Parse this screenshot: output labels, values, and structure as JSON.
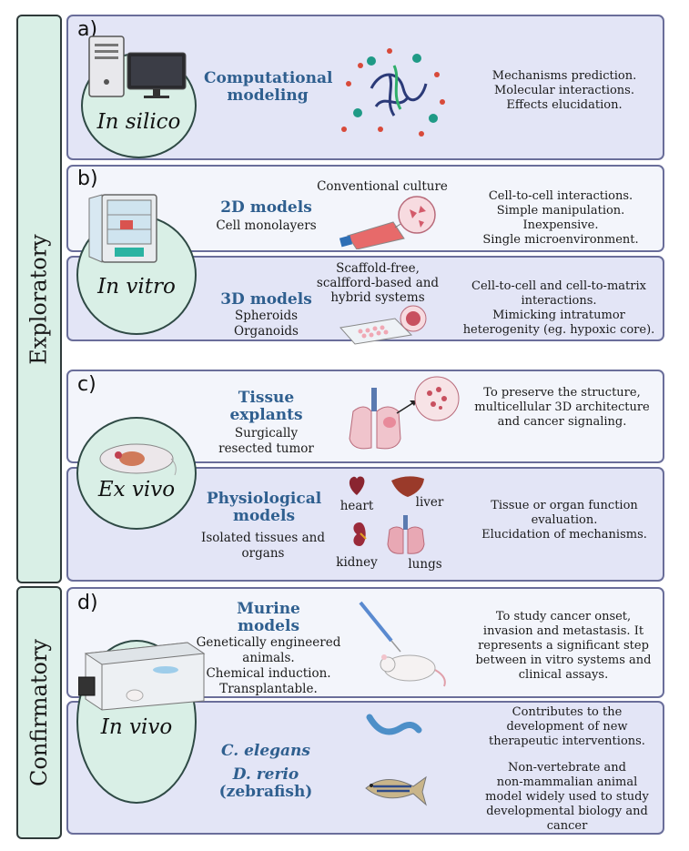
{
  "sidebar": {
    "exploratory": "Exploratory",
    "confirmatory": "Confirmatory"
  },
  "colors": {
    "panel_dark": "#e3e5f6",
    "panel_light": "#f3f5fb",
    "circle": "#d9efe6",
    "title": "#2f5f8f"
  },
  "a": {
    "letter": "a)",
    "circle_label": "In silico",
    "title": "Computational modeling",
    "desc": [
      "Mechanisms prediction.",
      "Molecular interactions.",
      "Effects elucidation."
    ]
  },
  "b": {
    "letter": "b)",
    "circle_label": "In vitro",
    "m2d": {
      "top": "Conventional culture",
      "title": "2D models",
      "sub": "Cell monolayers",
      "desc": [
        "Cell-to-cell interactions.",
        "Simple manipulation.",
        "Inexpensive.",
        "Single microenvironment."
      ]
    },
    "m3d": {
      "top": [
        "Scaffold-free,",
        "scalfford-based and",
        "hybrid systems"
      ],
      "title": "3D models",
      "sub": [
        "Spheroids",
        "Organoids"
      ],
      "desc": [
        "Cell-to-cell and cell-to-matrix",
        "interactions.",
        "Mimicking intratumor",
        "heterogenity (eg. hypoxic core)."
      ]
    }
  },
  "c": {
    "letter": "c)",
    "circle_label": "Ex vivo",
    "tissue": {
      "title": [
        "Tissue",
        "explants"
      ],
      "sub": [
        "Surgically",
        "resected tumor"
      ],
      "desc": [
        "To preserve the structure,",
        "multicellular 3D architecture",
        "and cancer signaling."
      ]
    },
    "phys": {
      "title": [
        "Physiological",
        "models"
      ],
      "sub": [
        "Isolated tissues and",
        "organs"
      ],
      "organs": {
        "heart": "heart",
        "liver": "liver",
        "kidney": "kidney",
        "lungs": "lungs"
      },
      "desc": [
        "Tissue or organ function",
        "evaluation.",
        "Elucidation of mechanisms."
      ]
    }
  },
  "d": {
    "letter": "d)",
    "circle_label": "In vivo",
    "murine": {
      "title": [
        "Murine",
        "models"
      ],
      "sub": [
        "Genetically engineered",
        "animals.",
        "Chemical induction.",
        "Transplantable."
      ],
      "desc": [
        "To study cancer onset,",
        "invasion and metastasis. It",
        "represents a significant step",
        "between in vitro systems and",
        "clinical assays."
      ]
    },
    "elegans": {
      "title": "C. elegans",
      "desc": [
        "Contributes to the",
        "development of new",
        "therapeutic interventions."
      ]
    },
    "rerio": {
      "title": "D. rerio",
      "title2": "(zebrafish)",
      "desc": [
        "Non-vertebrate and",
        "non-mammalian animal",
        "model widely used to study",
        "developmental biology and",
        "cancer"
      ]
    }
  }
}
